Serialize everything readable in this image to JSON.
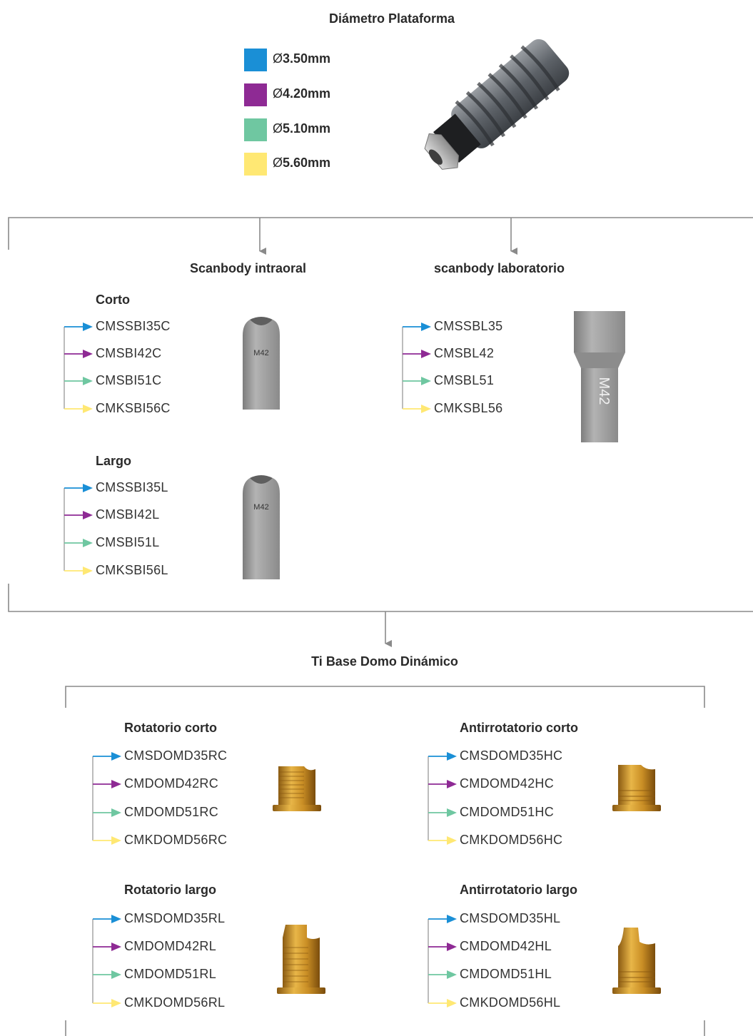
{
  "header": {
    "title": "Diámetro Plataforma"
  },
  "legend": [
    {
      "symbol": "Ø",
      "value": "3.50mm",
      "color": "#1A8FD6"
    },
    {
      "symbol": "Ø",
      "value": "4.20mm",
      "color": "#8E2A94"
    },
    {
      "symbol": "Ø",
      "value": "5.10mm",
      "color": "#6FC7A1"
    },
    {
      "symbol": "Ø",
      "value": "5.60mm",
      "color": "#FFE873"
    }
  ],
  "scan": {
    "intraoral_title": "Scanbody intraoral",
    "lab_title": "scanbody laboratorio",
    "corto": {
      "label": "Corto",
      "codes": [
        "CMSSBI35C",
        "CMSBI42C",
        "CMSBI51C",
        "CMKSBI56C"
      ],
      "engraving": "M42"
    },
    "largo": {
      "label": "Largo",
      "codes": [
        "CMSSBI35L",
        "CMSBI42L",
        "CMSBI51L",
        "CMKSBI56L"
      ],
      "engraving": "M42"
    },
    "lab": {
      "codes": [
        "CMSSBL35",
        "CMSBL42",
        "CMSBL51",
        "CMKSBL56"
      ],
      "engraving": "M42"
    }
  },
  "tibase": {
    "title": "Ti Base Domo Dinámico",
    "rot_corto": {
      "label": "Rotatorio corto",
      "codes": [
        "CMSDOMD35RC",
        "CMDOMD42RC",
        "CMDOMD51RC",
        "CMKDOMD56RC"
      ]
    },
    "anti_corto": {
      "label": "Antirrotatorio corto",
      "codes": [
        "CMSDOMD35HC",
        "CMDOMD42HC",
        "CMDOMD51HC",
        "CMKDOMD56HC"
      ]
    },
    "rot_largo": {
      "label": "Rotatorio largo",
      "codes": [
        "CMSDOMD35RL",
        "CMDOMD42RL",
        "CMDOMD51RL",
        "CMKDOMD56RL"
      ]
    },
    "anti_largo": {
      "label": "Antirrotatorio largo",
      "codes": [
        "CMSDOMD35HL",
        "CMDOMD42HL",
        "CMDOMD51HL",
        "CMKDOMD56HL"
      ]
    }
  }
}
